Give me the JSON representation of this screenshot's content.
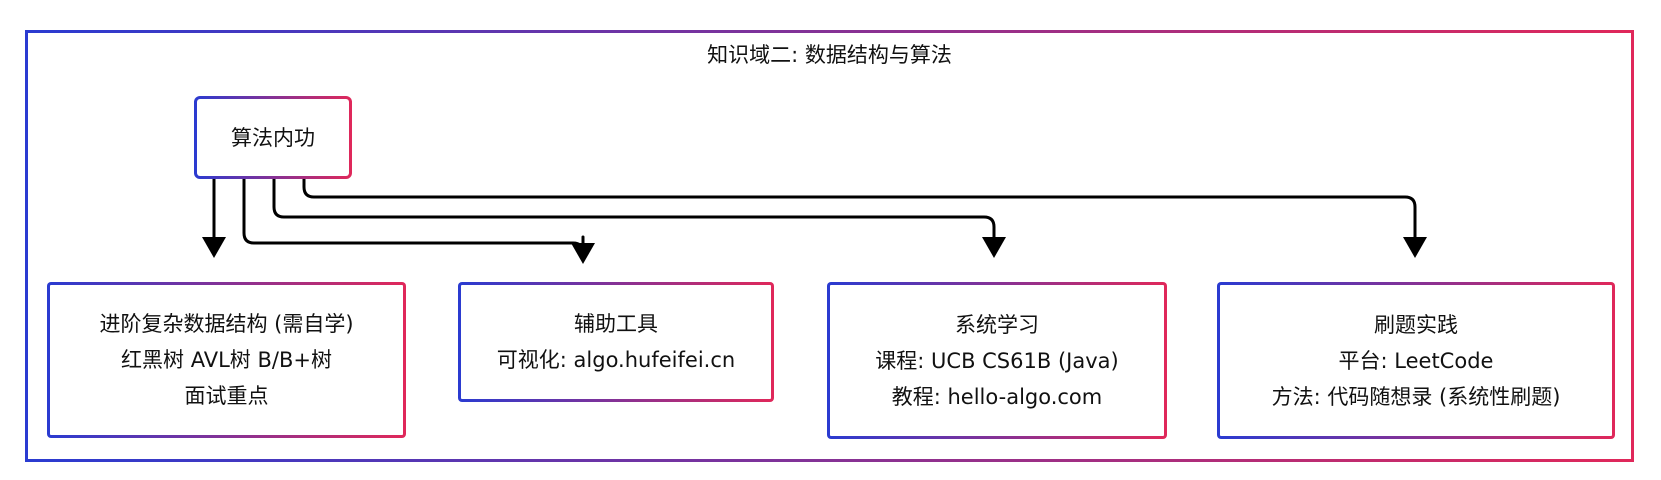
{
  "diagram": {
    "title": "知识域二: 数据结构与算法",
    "root": {
      "label": "算法内功"
    },
    "children": [
      {
        "id": "advanced",
        "lines": [
          "进阶复杂数据结构 (需自学)",
          "红黑树 AVL树 B/B+树",
          "面试重点"
        ]
      },
      {
        "id": "tools",
        "lines": [
          "辅助工具",
          "可视化: algo.hufeifei.cn"
        ]
      },
      {
        "id": "systematic",
        "lines": [
          "系统学习",
          "课程: UCB CS61B (Java)",
          "教程: hello-algo.com"
        ]
      },
      {
        "id": "practice",
        "lines": [
          "刷题实践",
          "平台: LeetCode",
          "方法: 代码随想录 (系统性刷题)"
        ]
      }
    ],
    "edges": [
      {
        "from": "root",
        "to": "advanced"
      },
      {
        "from": "root",
        "to": "tools"
      },
      {
        "from": "root",
        "to": "systematic"
      },
      {
        "from": "root",
        "to": "practice"
      }
    ],
    "colors": {
      "border_start": "#2a3bd1",
      "border_end": "#e0285a",
      "arrow": "#000000"
    }
  }
}
